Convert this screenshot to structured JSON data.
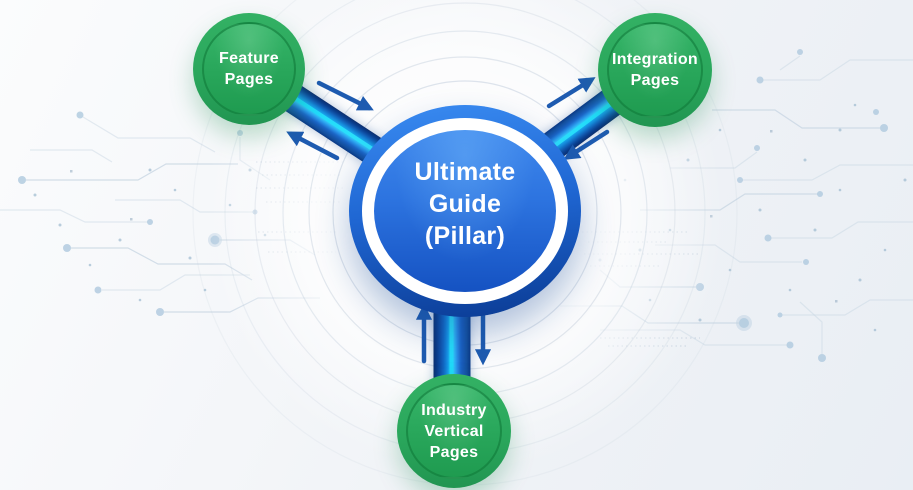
{
  "diagram_type": "pillar-cluster-hub-and-spoke",
  "hub": {
    "id": "ultimate-guide-pillar",
    "lines": [
      "Ultimate",
      "Guide",
      "(Pillar)"
    ]
  },
  "satellites": [
    {
      "id": "feature-pages",
      "lines": [
        "Feature",
        "Pages"
      ]
    },
    {
      "id": "integration-pages",
      "lines": [
        "Integration",
        "Pages"
      ]
    },
    {
      "id": "industry-vertical-pages",
      "lines": [
        "Industry",
        "Vertical",
        "Pages"
      ]
    }
  ],
  "connections": [
    {
      "from": "ultimate-guide-pillar",
      "to": "feature-pages",
      "bidirectional": true
    },
    {
      "from": "ultimate-guide-pillar",
      "to": "integration-pages",
      "bidirectional": true
    },
    {
      "from": "ultimate-guide-pillar",
      "to": "industry-vertical-pages",
      "bidirectional": true
    }
  ],
  "colors": {
    "hub_blue_light": "#3e87ec",
    "hub_blue_dark": "#0b3e97",
    "spoke_cyan": "#2ae1ff",
    "sat_green": "#2aa75c",
    "sat_green_dark": "#1f9b50",
    "arrow_blue": "#1e5bb0",
    "bg": "#eff2f6",
    "circuit": "#c5d4e2"
  }
}
